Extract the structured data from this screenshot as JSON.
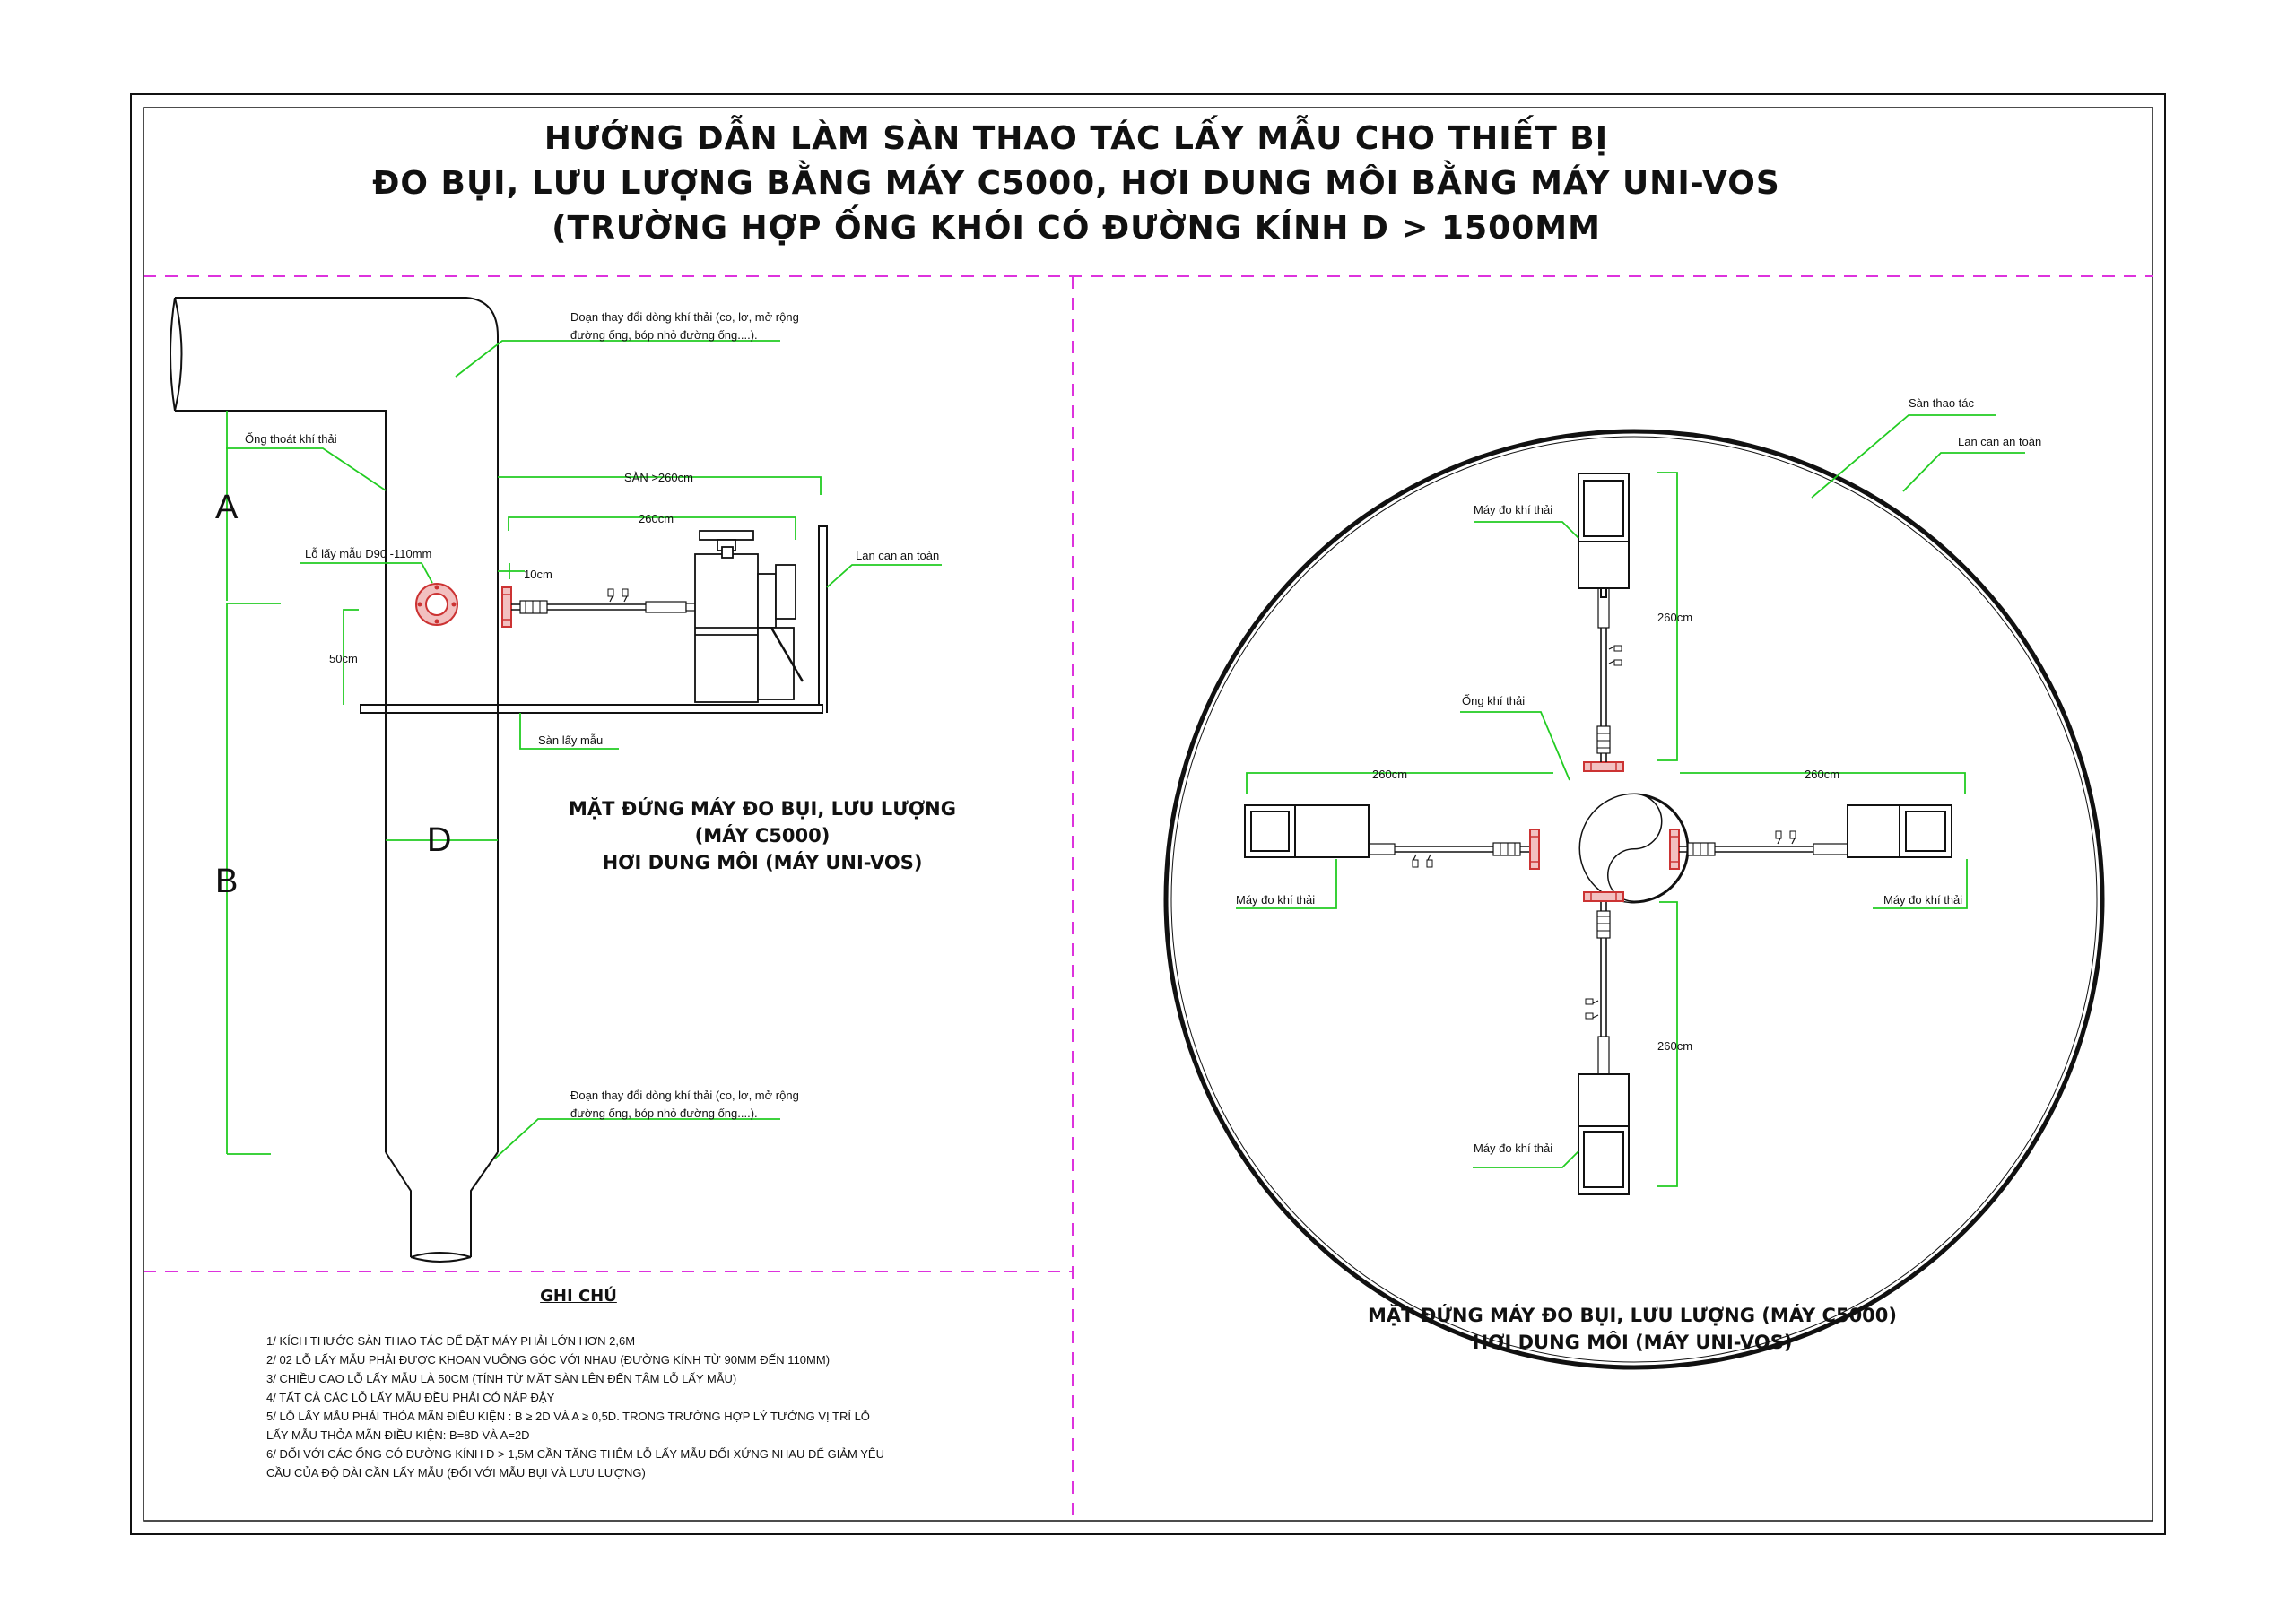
{
  "title": {
    "line1": "HƯỚNG DẪN LÀM SÀN THAO TÁC LẤY MẪU CHO THIẾT BỊ",
    "line2": "ĐO BỤI, LƯU LƯỢNG BẰNG MÁY C5000, HƠI DUNG MÔI BẰNG MÁY UNI-VOS",
    "line3": "(TRƯỜNG HỢP ỐNG KHÓI CÓ ĐƯỜNG KÍNH  D > 1500MM"
  },
  "elevation": {
    "transition_note_top": "Đoạn thay đổi dòng khí thải (co, lơ, mở rộng đường ống, bóp nhỏ đường ống....).",
    "transition_note_bottom": "Đoạn thay đổi dòng khí thải (co, lơ, mở rộng đường ống, bóp nhỏ đường ống....).",
    "exhaust_pipe": "Ống thoát khí thải",
    "label_a": "A",
    "label_b": "B",
    "label_d": "D",
    "sampling_hole": "Lỗ lấy mẫu D90 -110mm",
    "dim_50cm": "50cm",
    "dim_10cm": "10cm",
    "dim_platform": "SÀN >260cm",
    "dim_260": "260cm",
    "railing": "Lan can an toàn",
    "platform": "Sàn lấy mẫu",
    "caption1": "MẶT ĐỨNG MÁY ĐO BỤI, LƯU LƯỢNG",
    "caption2": "(MÁY C5000)",
    "caption3": "HƠI DUNG MÔI (MÁY UNI-VOS)"
  },
  "plan": {
    "platform": "Sàn thao tác",
    "railing": "Lan can an toàn",
    "analyzer_top": "Máy đo khí thải",
    "analyzer_left": "Máy đo khí thải",
    "analyzer_right": "Máy đo khí thải",
    "analyzer_bottom": "Máy đo khí thải",
    "stack": "Ống khí thải",
    "dim_top": "260cm",
    "dim_left": "260cm",
    "dim_right": "260cm",
    "dim_bottom": "260cm",
    "caption1": "MẶT ĐỨNG MÁY ĐO BỤI, LƯU LƯỢNG (MÁY C5000)",
    "caption2": "HƠI DUNG MÔI (MÁY UNI-VOS)"
  },
  "notes": {
    "title": "GHI CHÚ",
    "items": [
      "1/ KÍCH THƯỚC SÀN THAO TÁC ĐỂ ĐẶT MÁY PHẢI LỚN HƠN 2,6M",
      "2/ 02 LỖ LẤY MẪU PHẢI ĐƯỢC KHOAN VUÔNG GÓC VỚI NHAU (ĐƯỜNG KÍNH TỪ 90MM ĐẾN 110MM)",
      "3/ CHIỀU CAO LỖ LẤY MẪU LÀ 50CM (TÍNH TỪ MẶT SÀN LÊN ĐẾN TÂM LỖ LẤY MẪU)",
      "4/ TẤT CẢ CÁC LỖ LẤY MẪU ĐỀU PHẢI CÓ NẮP ĐẬY",
      "5/ LỖ LẤY MẪU PHẢI THỎA MÃN ĐIỀU KIỆN : B ≥ 2D VÀ A ≥ 0,5D. TRONG TRƯỜNG HỢP LÝ TƯỞNG VỊ TRÍ LỖ",
      "LẤY MẪU THỎA MÃN ĐIỀU KIỆN: B=8D VÀ A=2D",
      "6/ ĐỐI VỚI CÁC ỐNG CÓ ĐƯỜNG KÍNH D > 1,5M CẦN TĂNG THÊM LỖ LẤY MẪU ĐỐI XỨNG NHAU ĐỂ GIẢM YÊU",
      "CẦU CỦA ĐỘ DÀI CẦN LẤY MẪU (ĐỐI VỚI MẪU BỤI VÀ LƯU LƯỢNG)"
    ]
  },
  "colors": {
    "line": "#111111",
    "dim": "#22cc22",
    "guide": "#dd33dd",
    "flange": "#cc3333"
  }
}
